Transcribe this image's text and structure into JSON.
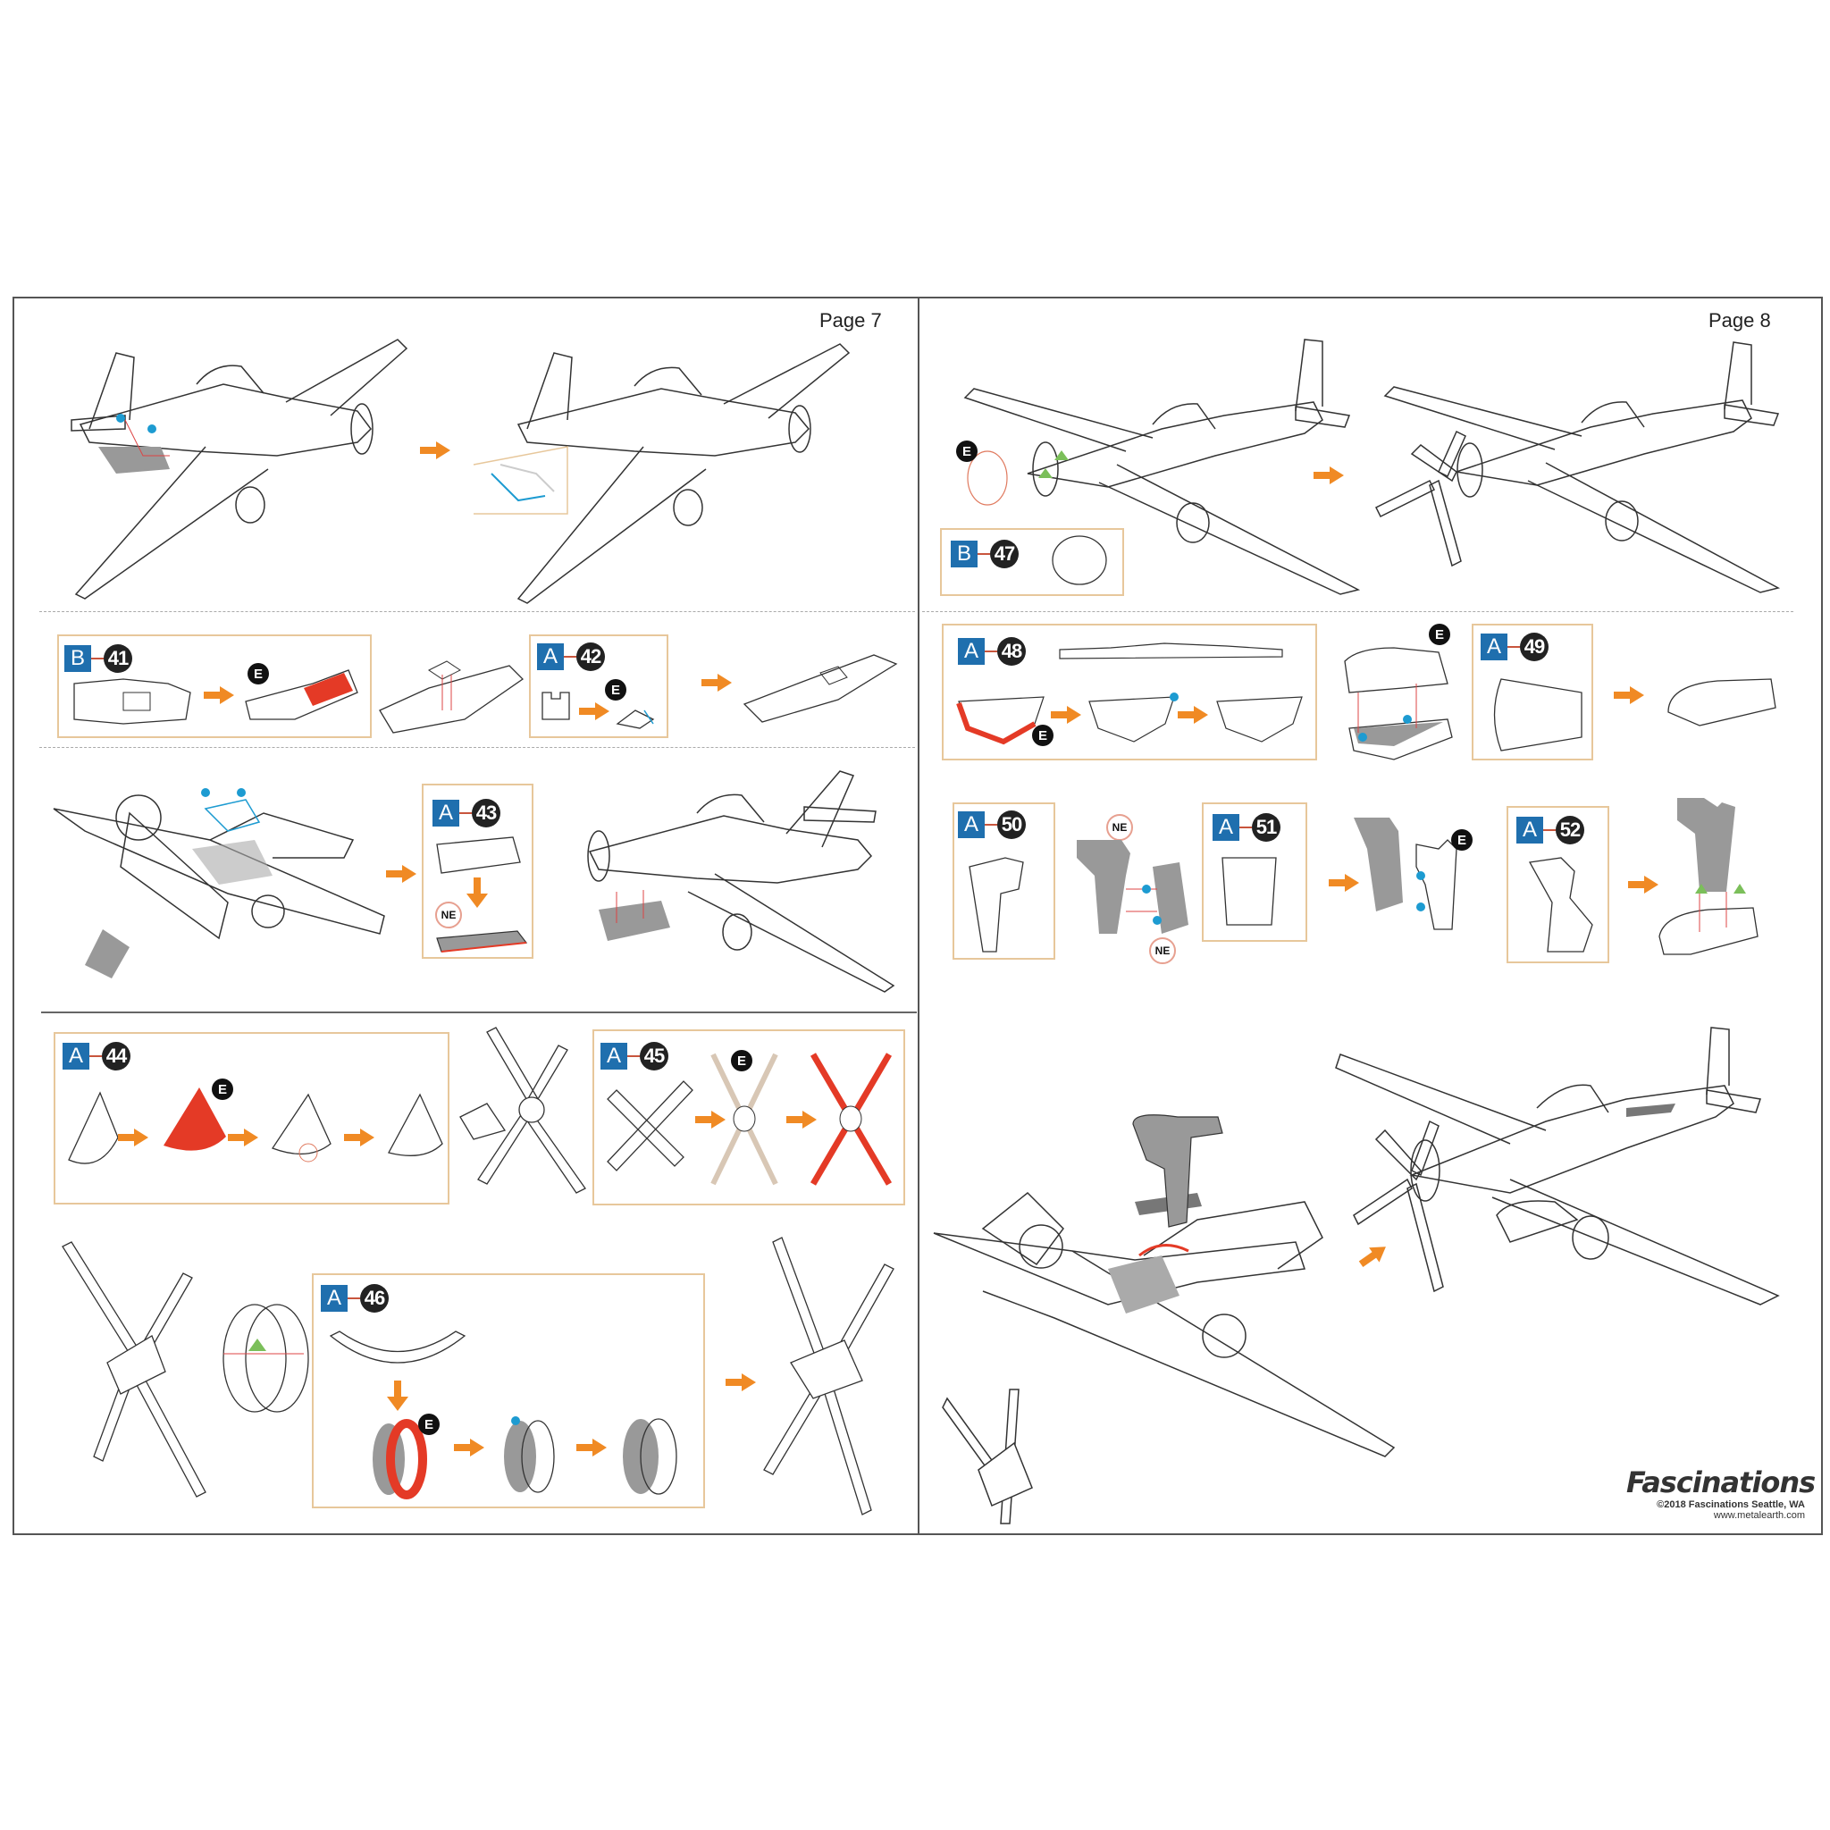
{
  "pages": [
    {
      "label": "Page 7"
    },
    {
      "label": "Page 8"
    }
  ],
  "steps": [
    {
      "sheet": "B",
      "number": "41"
    },
    {
      "sheet": "A",
      "number": "42"
    },
    {
      "sheet": "A",
      "number": "43"
    },
    {
      "sheet": "A",
      "number": "44"
    },
    {
      "sheet": "A",
      "number": "45"
    },
    {
      "sheet": "A",
      "number": "46"
    },
    {
      "sheet": "B",
      "number": "47"
    },
    {
      "sheet": "A",
      "number": "48"
    },
    {
      "sheet": "A",
      "number": "49"
    },
    {
      "sheet": "A",
      "number": "50"
    },
    {
      "sheet": "A",
      "number": "51"
    },
    {
      "sheet": "A",
      "number": "52"
    }
  ],
  "marks": {
    "e": "E",
    "ne": "NE"
  },
  "brand": {
    "name": "Fascinations",
    "copyright": "©2018 Fascinations Seattle, WA",
    "url": "www.metalearth.com"
  },
  "colors": {
    "accent": "#f08a24",
    "step_box": "#e7c79b",
    "sheet_letter": "#1f6fae",
    "highlight": "#e43a26"
  }
}
